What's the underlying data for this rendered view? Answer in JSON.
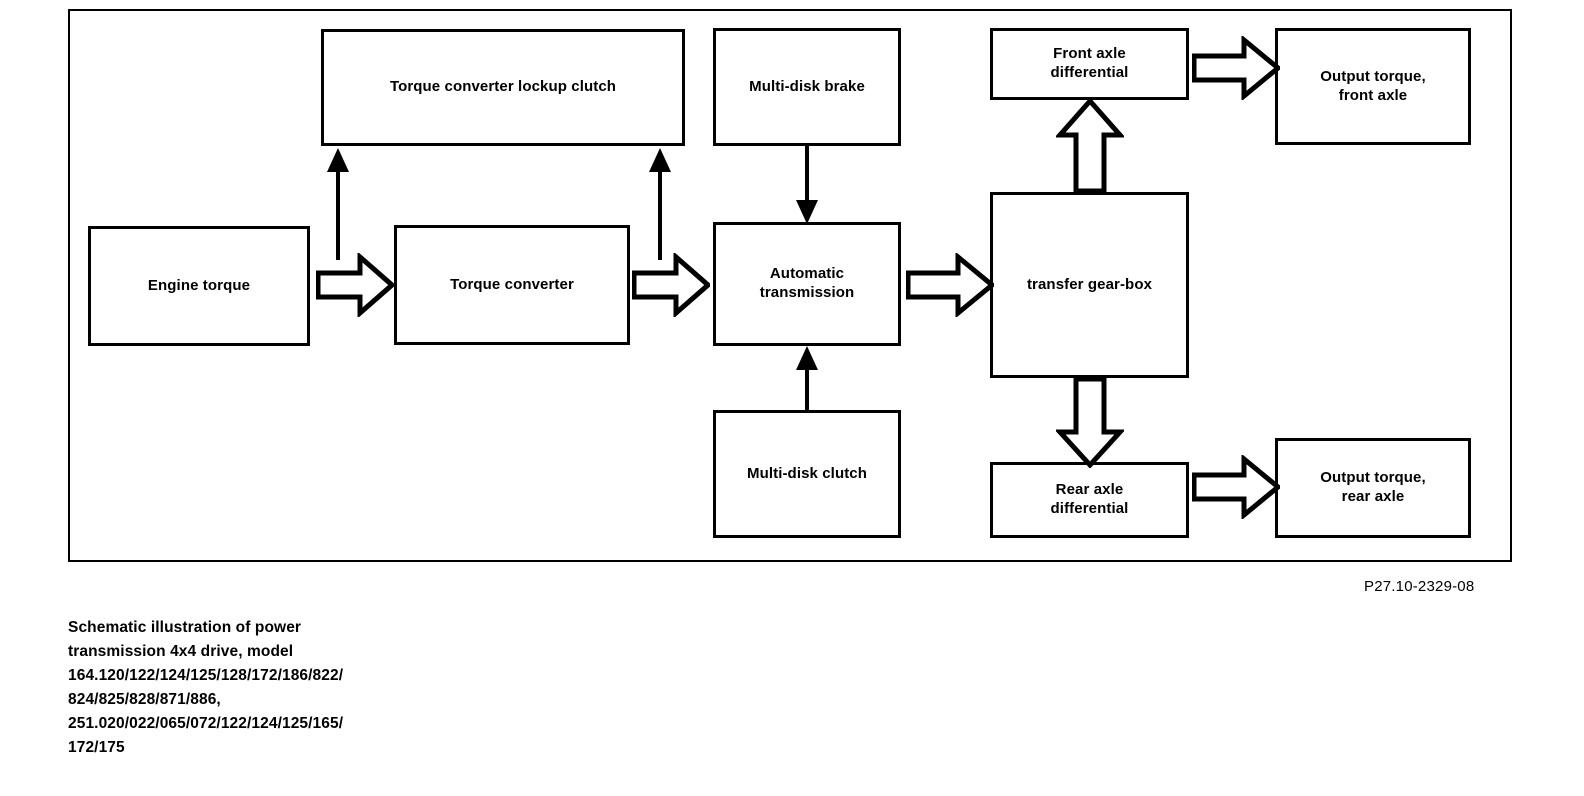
{
  "diagram": {
    "reference_code": "P27.10-2329-08",
    "caption": "Schematic illustration of power\ntransmission 4x4 drive, model\n164.120/122/124/125/128/172/186/822/\n824/825/828/871/886,\n251.020/022/065/072/122/124/125/165/\n172/175",
    "line_color": "#000000",
    "background_color": "#ffffff",
    "nodes": {
      "engine_torque": "Engine torque",
      "torque_converter": "Torque converter",
      "lockup_clutch": "Torque converter lockup clutch",
      "multi_disk_brake": "Multi-disk brake",
      "automatic_transmission": "Automatic\ntransmission",
      "multi_disk_clutch": "Multi-disk clutch",
      "transfer_gearbox": "transfer gear-box",
      "front_axle_differential": "Front axle\ndifferential",
      "rear_axle_differential": "Rear axle\ndifferential",
      "output_torque_front": "Output torque,\nfront axle",
      "output_torque_rear": "Output torque,\nrear axle"
    },
    "connectors": [
      {
        "id": "engine-to-converter",
        "style": "hollow-block-arrow",
        "direction": "right",
        "from": "engine_torque",
        "to": "torque_converter"
      },
      {
        "id": "engine-to-lockup",
        "style": "thin-line-arrow",
        "direction": "up",
        "from": "engine_torque",
        "to": "lockup_clutch"
      },
      {
        "id": "converter-to-lockup",
        "style": "thin-line-arrow",
        "direction": "up",
        "from": "torque_converter",
        "to": "lockup_clutch"
      },
      {
        "id": "converter-to-transmission",
        "style": "hollow-block-arrow",
        "direction": "right",
        "from": "torque_converter",
        "to": "automatic_transmission"
      },
      {
        "id": "brake-to-transmission",
        "style": "thin-line-arrow",
        "direction": "down",
        "from": "multi_disk_brake",
        "to": "automatic_transmission"
      },
      {
        "id": "clutch-to-transmission",
        "style": "thin-line-arrow",
        "direction": "up",
        "from": "multi_disk_clutch",
        "to": "automatic_transmission"
      },
      {
        "id": "transmission-to-transfer",
        "style": "hollow-block-arrow",
        "direction": "right",
        "from": "automatic_transmission",
        "to": "transfer_gearbox"
      },
      {
        "id": "transfer-to-front-diff",
        "style": "hollow-block-arrow",
        "direction": "up",
        "from": "transfer_gearbox",
        "to": "front_axle_differential"
      },
      {
        "id": "transfer-to-rear-diff",
        "style": "hollow-block-arrow",
        "direction": "down",
        "from": "transfer_gearbox",
        "to": "rear_axle_differential"
      },
      {
        "id": "front-diff-to-output",
        "style": "hollow-block-arrow",
        "direction": "right",
        "from": "front_axle_differential",
        "to": "output_torque_front"
      },
      {
        "id": "rear-diff-to-output",
        "style": "hollow-block-arrow",
        "direction": "right",
        "from": "rear_axle_differential",
        "to": "output_torque_rear"
      }
    ]
  }
}
